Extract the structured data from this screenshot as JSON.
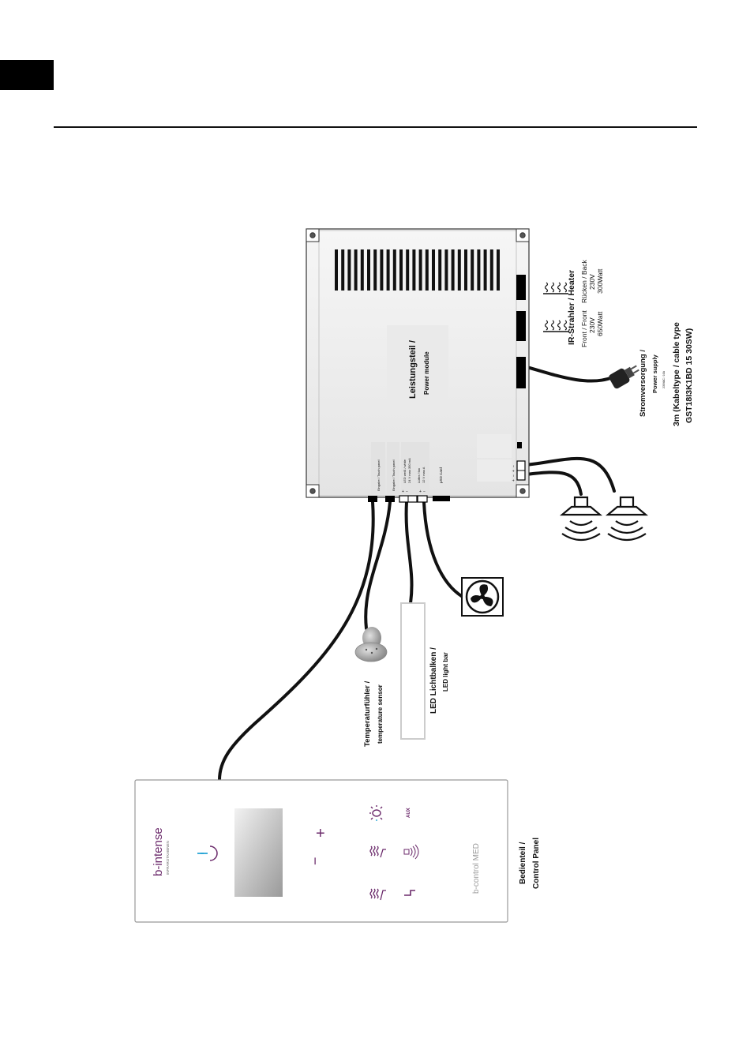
{
  "power_module": {
    "title": "Leistungsteil /",
    "subtitle": "Power module",
    "port_labels": [
      "Eingabe / Touch panel",
      "Eingabe / Touch panel",
      "LED weiß / white",
      "24 V max 350 mA",
      "Lüfter / fan",
      "12 V  max A",
      "µSD Card"
    ],
    "pin_signs": [
      "+",
      "−",
      "+",
      "−"
    ],
    "speaker_pin_signs": [
      "+",
      "−",
      "+",
      "−"
    ]
  },
  "heater": {
    "title": "IR-Strahler / Heater",
    "front_label": "Front / Front",
    "front_voltage": "230V",
    "front_power": "650Watt",
    "back_label": "Rücken / Back",
    "back_voltage": "230V",
    "back_power": "300Watt"
  },
  "power_supply": {
    "title": "Stromversorgung /",
    "subtitle": "Power supply",
    "small_note": "230VAC / 16A",
    "cable_line1": "3m (Kabeltype / cable type",
    "cable_line2": "GST18I3K1BD 15 30SW)"
  },
  "temperature_sensor": {
    "title": "Temperaturfühler /",
    "subtitle": "temperature sensor"
  },
  "led_bar": {
    "title": "LED Lichtbalken /",
    "subtitle": "LED light bar"
  },
  "control_panel": {
    "title": "Bedienteil /",
    "subtitle": "Control Panel",
    "brand": "b-intense",
    "brand_sub": "INFRAROTKABINEN",
    "model": "b-control MED",
    "plus": "+",
    "minus": "−",
    "aux": "AUX"
  },
  "colors": {
    "accent_purple": "#6b2a6b",
    "power_button_blue": "#2aa6d6"
  }
}
